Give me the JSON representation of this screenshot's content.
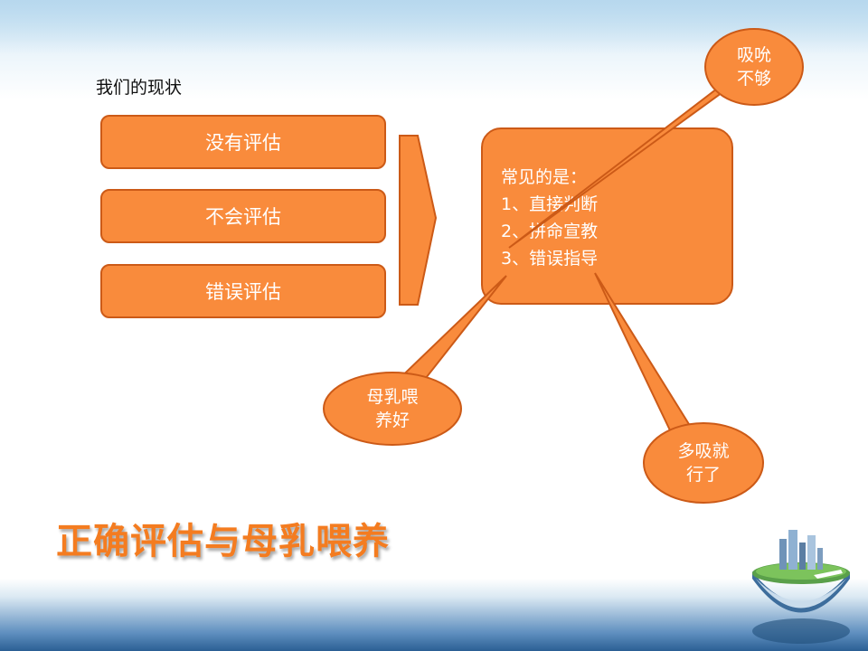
{
  "subtitle": "我们的现状",
  "left_boxes": [
    "没有评估",
    "不会评估",
    "错误评估"
  ],
  "center_box": {
    "heading": "常见的是：",
    "items": [
      "1、直接判断",
      "2、拼命宣教",
      "3、错误指导"
    ]
  },
  "callouts": {
    "top_right": [
      "吸吮",
      "不够"
    ],
    "bottom_left": [
      "母乳喂",
      "养好"
    ],
    "bottom_right": [
      "多吸就",
      "行了"
    ]
  },
  "title": "正确评估与母乳喂养",
  "colors": {
    "orange_fill": "#f98b3c",
    "orange_border": "#cc5a17",
    "title": "#f47c20"
  }
}
